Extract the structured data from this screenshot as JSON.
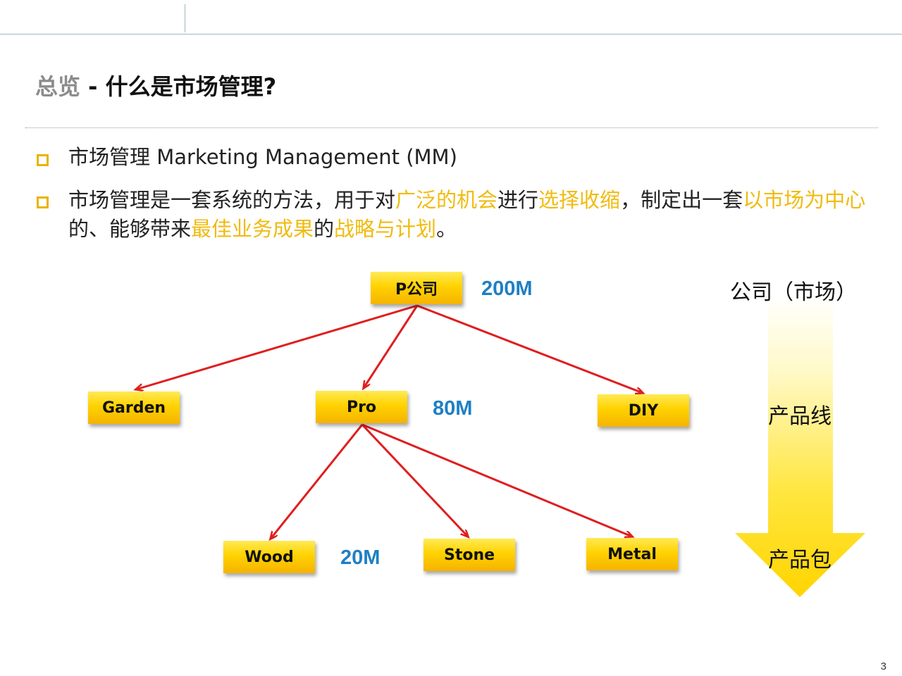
{
  "slide": {
    "title_prefix": "总览",
    "title_separator": " - ",
    "title_main": "什么是市场管理?",
    "page_number": "3"
  },
  "bullets": [
    {
      "segments": [
        {
          "text": "市场管理 Marketing Management (MM)",
          "highlight": false
        }
      ]
    },
    {
      "segments": [
        {
          "text": "市场管理是一套系统的方法，用于对",
          "highlight": false
        },
        {
          "text": "广泛的机会",
          "highlight": true
        },
        {
          "text": "进行",
          "highlight": false
        },
        {
          "text": "选择收缩",
          "highlight": true
        },
        {
          "text": "，制定出一套",
          "highlight": false
        },
        {
          "text": "以市场为中心",
          "highlight": true
        },
        {
          "text": "的、能够带来",
          "highlight": false
        },
        {
          "text": "最佳业务成果",
          "highlight": true
        },
        {
          "text": "的",
          "highlight": false
        },
        {
          "text": "战略与计划",
          "highlight": true
        },
        {
          "text": "。",
          "highlight": false
        }
      ]
    }
  ],
  "tree": {
    "root": {
      "label": "P公司",
      "value": "200M"
    },
    "level2": [
      {
        "label": "Garden",
        "value": ""
      },
      {
        "label": "Pro",
        "value": "80M"
      },
      {
        "label": "DIY",
        "value": ""
      }
    ],
    "level3": [
      {
        "label": "Wood",
        "value": "20M"
      },
      {
        "label": "Stone",
        "value": ""
      },
      {
        "label": "Metal",
        "value": ""
      }
    ]
  },
  "hierarchy_arrow": {
    "top_label": "公司（市场）",
    "middle_label": "产品线",
    "bottom_label": "产品包"
  },
  "colors": {
    "node_fill": "#ffd200",
    "arrow_red": "#e01e1e",
    "highlight_text": "#f0bb10",
    "value_blue": "#1f7fc4",
    "bullet_box": "#e8b400",
    "big_arrow_yellow": "#ffe000"
  }
}
